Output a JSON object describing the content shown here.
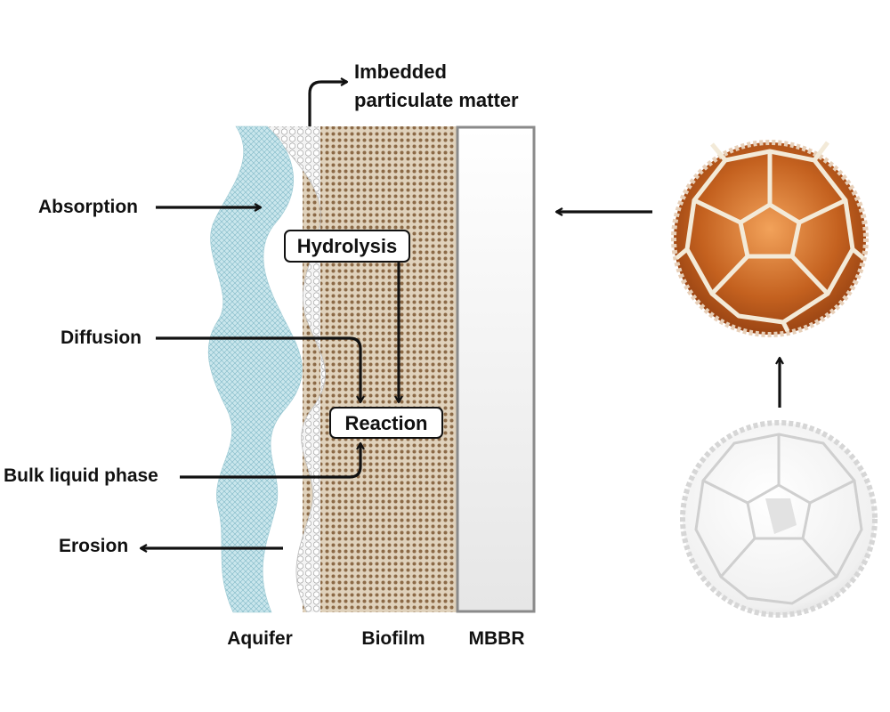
{
  "diagram": {
    "processes": {
      "absorption": "Absorption",
      "diffusion": "Diffusion",
      "bulk_liquid_phase": "Bulk liquid phase",
      "erosion": "Erosion",
      "imbedded_line1": "Imbedded",
      "imbedded_line2": "particulate matter",
      "hydrolysis": "Hydrolysis",
      "reaction": "Reaction"
    },
    "layers": {
      "aquifer": "Aquifer",
      "biofilm": "Biofilm",
      "mbbr": "MBBR"
    },
    "carriers": {
      "colonized": "biofilm-colonized carrier",
      "clean": "clean plastic carrier"
    },
    "colors": {
      "aquifer": "#b8dde6",
      "biofilm": "#d6c4a8",
      "biofilm_dots": "#7a5a3a",
      "mbbr_border": "#8a8a8a",
      "arrow": "#111111",
      "carrier_colonized": "#b5531b",
      "carrier_clean": "#f2f2f2"
    }
  }
}
